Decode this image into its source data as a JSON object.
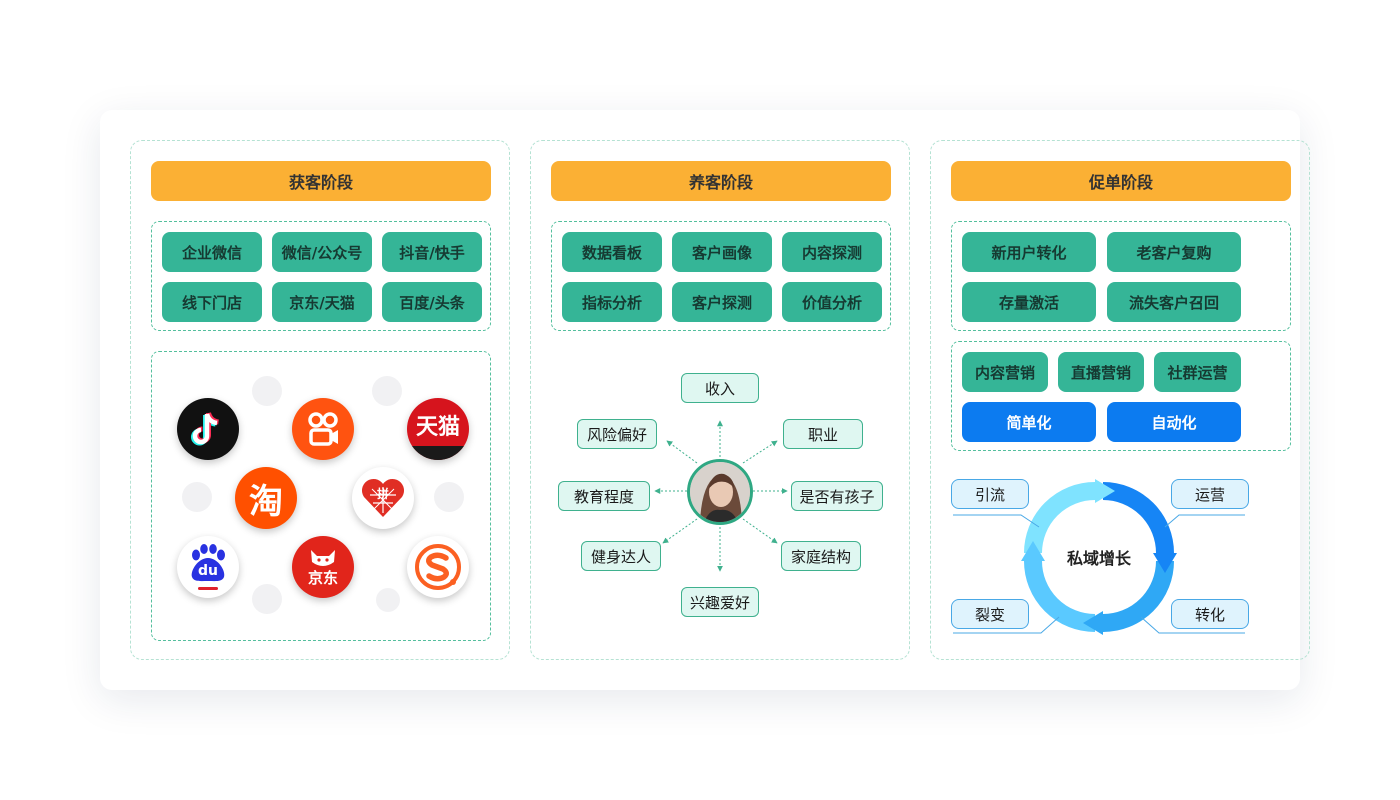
{
  "stages": [
    {
      "title": "获客阶段",
      "tags": [
        "企业微信",
        "微信/公众号",
        "抖音/快手",
        "线下门店",
        "京东/天猫",
        "百度/头条"
      ],
      "logos": [
        {
          "name": "douyin-logo",
          "bg": "#111111",
          "text": "♪",
          "color": "#ffffff"
        },
        {
          "name": "kuaishou-logo",
          "bg": "#ff5310",
          "text": "",
          "color": "#ffffff"
        },
        {
          "name": "tmall-logo",
          "bg": "#d6141d",
          "text": "天猫",
          "color": "#ffffff"
        },
        {
          "name": "taobao-logo",
          "bg": "#ff5000",
          "text": "淘",
          "color": "#ffffff"
        },
        {
          "name": "pinduoduo-logo",
          "bg": "#ffffff",
          "text": "拼",
          "color": "#e02e24"
        },
        {
          "name": "baidu-logo",
          "bg": "#ffffff",
          "text": "du",
          "color": "#2932e1"
        },
        {
          "name": "jd-logo",
          "bg": "#e1251b",
          "text": "京东",
          "color": "#ffffff"
        },
        {
          "name": "sogou-logo",
          "bg": "#ffffff",
          "text": "S",
          "color": "#fb6022"
        }
      ]
    },
    {
      "title": "养客阶段",
      "tags": [
        "数据看板",
        "客户画像",
        "内容探测",
        "指标分析",
        "客户探测",
        "价值分析"
      ],
      "profile": [
        "收入",
        "职业",
        "是否有孩子",
        "家庭结构",
        "兴趣爱好",
        "健身达人",
        "教育程度",
        "风险偏好"
      ]
    },
    {
      "title": "促单阶段",
      "tags": [
        "新用户转化",
        "老客户复购",
        "存量激活",
        "流失客户召回"
      ],
      "tags2": [
        "内容营销",
        "直播营销",
        "社群运营"
      ],
      "blue_tags": [
        "简单化",
        "自动化"
      ],
      "cycle": {
        "center": "私域增长",
        "steps": [
          "引流",
          "运营",
          "转化",
          "裂变"
        ]
      }
    }
  ],
  "colors": {
    "stage_title": "#fbb034",
    "tag_green": "#35b597",
    "tag_blue": "#0c7bf0",
    "pill_bg": "#dff7f1",
    "pill_border": "#3fb18e",
    "cycle_light": "#6cdcff",
    "cycle_dark": "#1685f5"
  }
}
